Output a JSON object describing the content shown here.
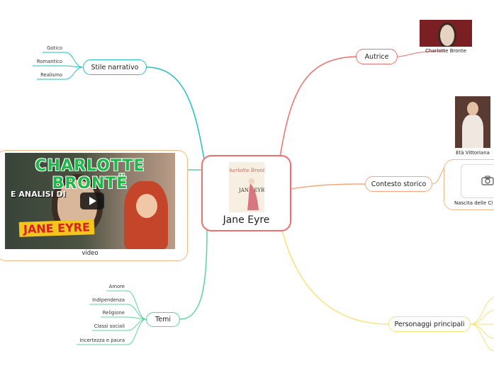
{
  "central": {
    "title": "Jane Eyre",
    "book_author_script": "Charlotte Brontë",
    "book_title_script": "JANE EYRE"
  },
  "branches": {
    "autrice": {
      "label": "Autrice",
      "image_caption": "Charlotte Bronte"
    },
    "contesto": {
      "label": "Contesto storico",
      "image_caption": "Età Vittoriana",
      "box_caption": "Nascita delle Cl"
    },
    "personaggi": {
      "label": "Personaggi principali"
    },
    "stile": {
      "label": "Stile narrativo",
      "items": [
        "Gotico",
        "Romantico",
        "Realismo"
      ]
    },
    "temi": {
      "label": "Temi",
      "items": [
        "Amore",
        "Indipendenza",
        "Religione",
        "Classi sociali",
        "Incertezza e paura"
      ]
    }
  },
  "video": {
    "caption": "video",
    "thumb_heading": "CHARLOTTE BRONTË",
    "thumb_sub": "E ANALISI DI",
    "thumb_title": "JANE EYRE"
  },
  "icons": {
    "play": "play-icon",
    "camera": "camera-icon"
  },
  "colors": {
    "central": "#f26d6d",
    "autrice": "#f26d6d",
    "contesto": "#f5a77a",
    "personaggi": "#f7e27a",
    "stile": "#21c1c4",
    "temi": "#5bd49c",
    "video": "#f5b889"
  }
}
